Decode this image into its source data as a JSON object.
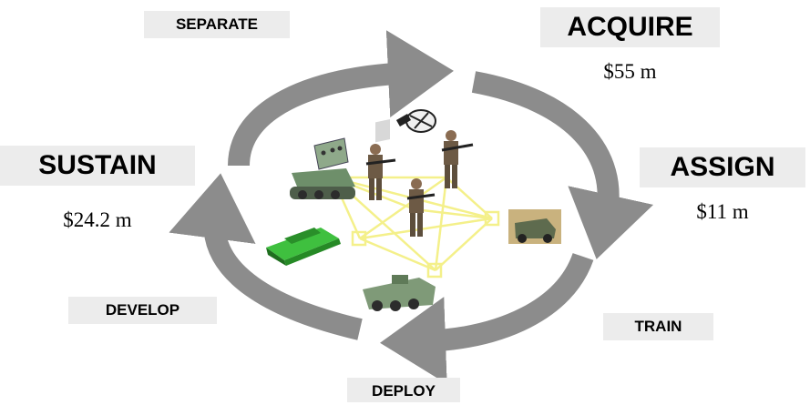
{
  "labels": {
    "separate": "SEPARATE",
    "acquire": "ACQUIRE",
    "sustain": "SUSTAIN",
    "assign": "ASSIGN",
    "develop": "DEVELOP",
    "train": "TRAIN",
    "deploy": "DEPLOY"
  },
  "costs": {
    "acquire": "$55 m",
    "sustain": "$24.2 m",
    "assign": "$11 m"
  },
  "colors": {
    "arrow": "#8c8c8c",
    "network": "#f4f08a",
    "label_bg": "#ececec",
    "tank_green": "#2fa82f",
    "camo": "#7f9a78"
  },
  "icons": [
    "rocket-launcher-icon",
    "satellite-dish-icon",
    "soldier-icon",
    "tank-icon",
    "armored-vehicle-icon",
    "jeep-icon"
  ]
}
